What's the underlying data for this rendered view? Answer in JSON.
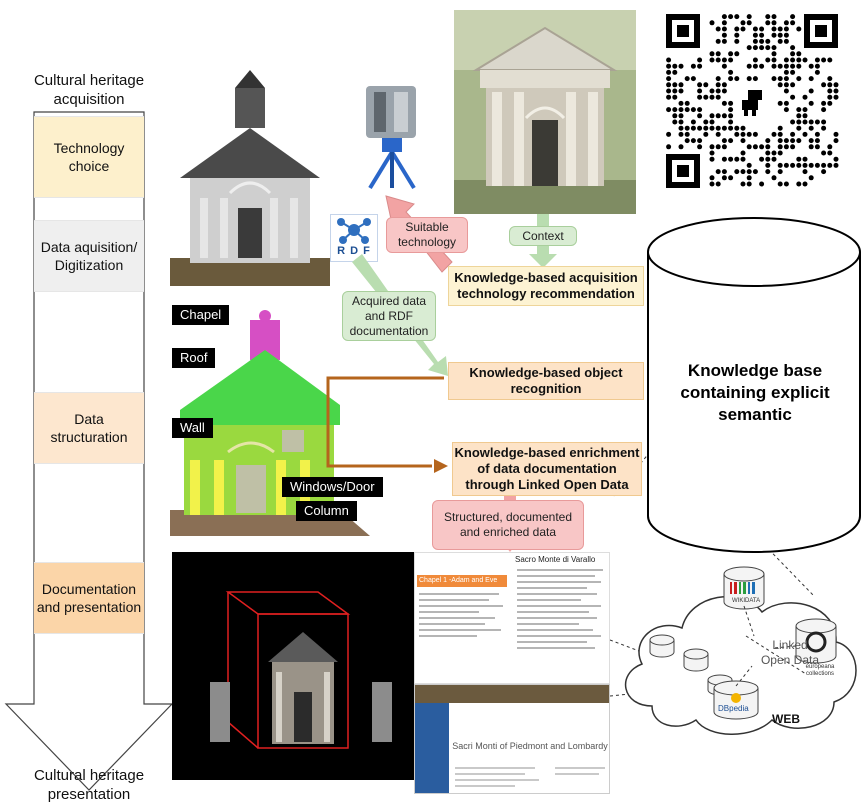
{
  "pipeline": {
    "top_label": "Cultural heritage acquisition",
    "bottom_label": "Cultural heritage presentation",
    "stages": [
      {
        "label": "Technology choice",
        "color": "#fdf0cc"
      },
      {
        "label": "Data aquisition/ Digitization",
        "color": "#efefef"
      },
      {
        "label": "Data structuration",
        "color": "#fde7cf"
      },
      {
        "label": "Documentation and presentation",
        "color": "#fbd5a8"
      }
    ]
  },
  "process": {
    "acquisition_recommendation": "Knowledge-based acquisition technology recommendation",
    "object_recognition": "Knowledge-based object recognition",
    "enrichment": "Knowledge-based enrichment of data documentation through Linked Open Data"
  },
  "flows": {
    "suitable_technology": "Suitable technology",
    "context": "Context",
    "acquired_data": "Acquired data and RDF documentation",
    "structured_data": "Structured, documented and enriched data"
  },
  "rdf_logo": {
    "letters": "R D F"
  },
  "segmentation_labels": [
    "Chapel",
    "Roof",
    "Wall",
    "Windows/Door",
    "Column"
  ],
  "knowledge_base": "Knowledge base containing explicit semantic",
  "web_cloud": {
    "center_label": "Linked Open Data",
    "web_label": "WEB",
    "dbpedia_label": "DBpedia",
    "wikidata_label": "WIKIDATA",
    "europeana_label": "europeana collections"
  },
  "doc_panel": {
    "heading": "Chapel 1 -Adam and Eve",
    "wiki_title": "Sacro Monte di Varallo",
    "site_title": "Sacri Monti of Piedmont and Lombardy"
  },
  "colors": {
    "red_arrow": "#f2a3a3",
    "green_arrow": "#b9ddb0",
    "brown_arrow": "#b5651d",
    "process_fill": "#fde3c7",
    "acq_fill": "#fdf3d3"
  }
}
